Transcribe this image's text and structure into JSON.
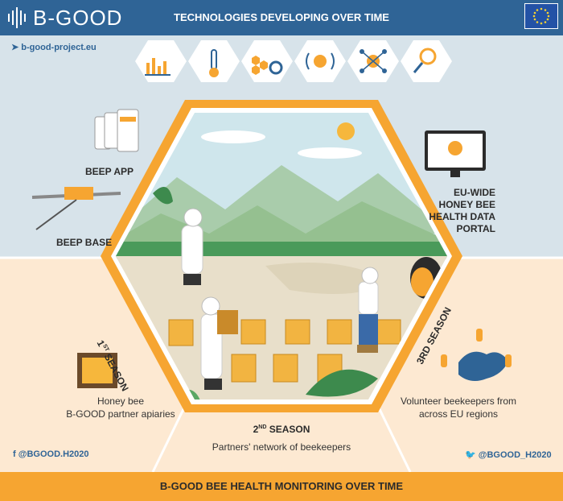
{
  "header": {
    "logo_text": "B-GOOD",
    "title": "TECHNOLOGIES DEVELOPING OVER TIME"
  },
  "link": "b-good-project.eu",
  "labels": {
    "beep_app": "BEEP APP",
    "beep_base": "BEEP BASE",
    "portal_line1": "EU-WIDE",
    "portal_line2": "HONEY BEE",
    "portal_line3": "HEALTH DATA",
    "portal_line4": "PORTAL",
    "season1_num": "1",
    "season1_sup": "ST",
    "season1_word": "SEASON",
    "season1_desc1": "Honey bee",
    "season1_desc2": "B-GOOD partner apiaries",
    "season2_num": "2",
    "season2_sup": "ND",
    "season2_word": "SEASON",
    "season2_desc": "Partners' network of beekeepers",
    "season3_title": "3RD SEASON",
    "season3_desc1": "Volunteer beekeepers from",
    "season3_desc2": "across EU regions"
  },
  "social": {
    "facebook": "@BGOOD.H2020",
    "twitter": "@BGOOD_H2020"
  },
  "footer": "B-GOOD BEE HEALTH MONITORING OVER TIME",
  "icons": [
    "chart-icon",
    "thermometer-icon",
    "hive-gear-icon",
    "sound-icon",
    "network-icon",
    "microscope-icon"
  ],
  "colors": {
    "header_blue": "#2f6496",
    "hex_orange": "#f6a531",
    "upper_bg": "#d7e3ea",
    "lower_bg": "#fde9d2"
  }
}
